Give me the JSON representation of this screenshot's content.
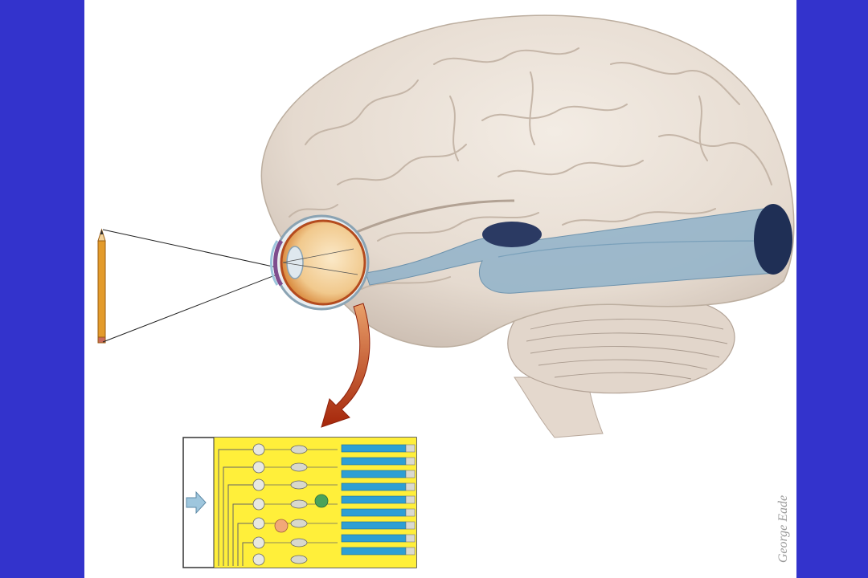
{
  "diagram": {
    "colors": {
      "background": "#3333cc",
      "panel": "#ffffff",
      "brain": "#e7ddd2",
      "visual_pathway": "#8fb1c9",
      "visual_cortex": "#1f2f55",
      "arrow": "#b8320f",
      "retina_background": "#ffef3a",
      "photoreceptors": "#2e9fd4"
    },
    "elements": {
      "pencil": "pencil",
      "eye": "eye",
      "brain": "brain",
      "optic_pathway": "optic-pathway",
      "visual_cortex": "visual-cortex",
      "arrow": "curved-arrow",
      "retina_inset": "retina-cross-section",
      "light_arrow": "light-direction-arrow"
    }
  },
  "credit": {
    "text": "George Eade"
  }
}
